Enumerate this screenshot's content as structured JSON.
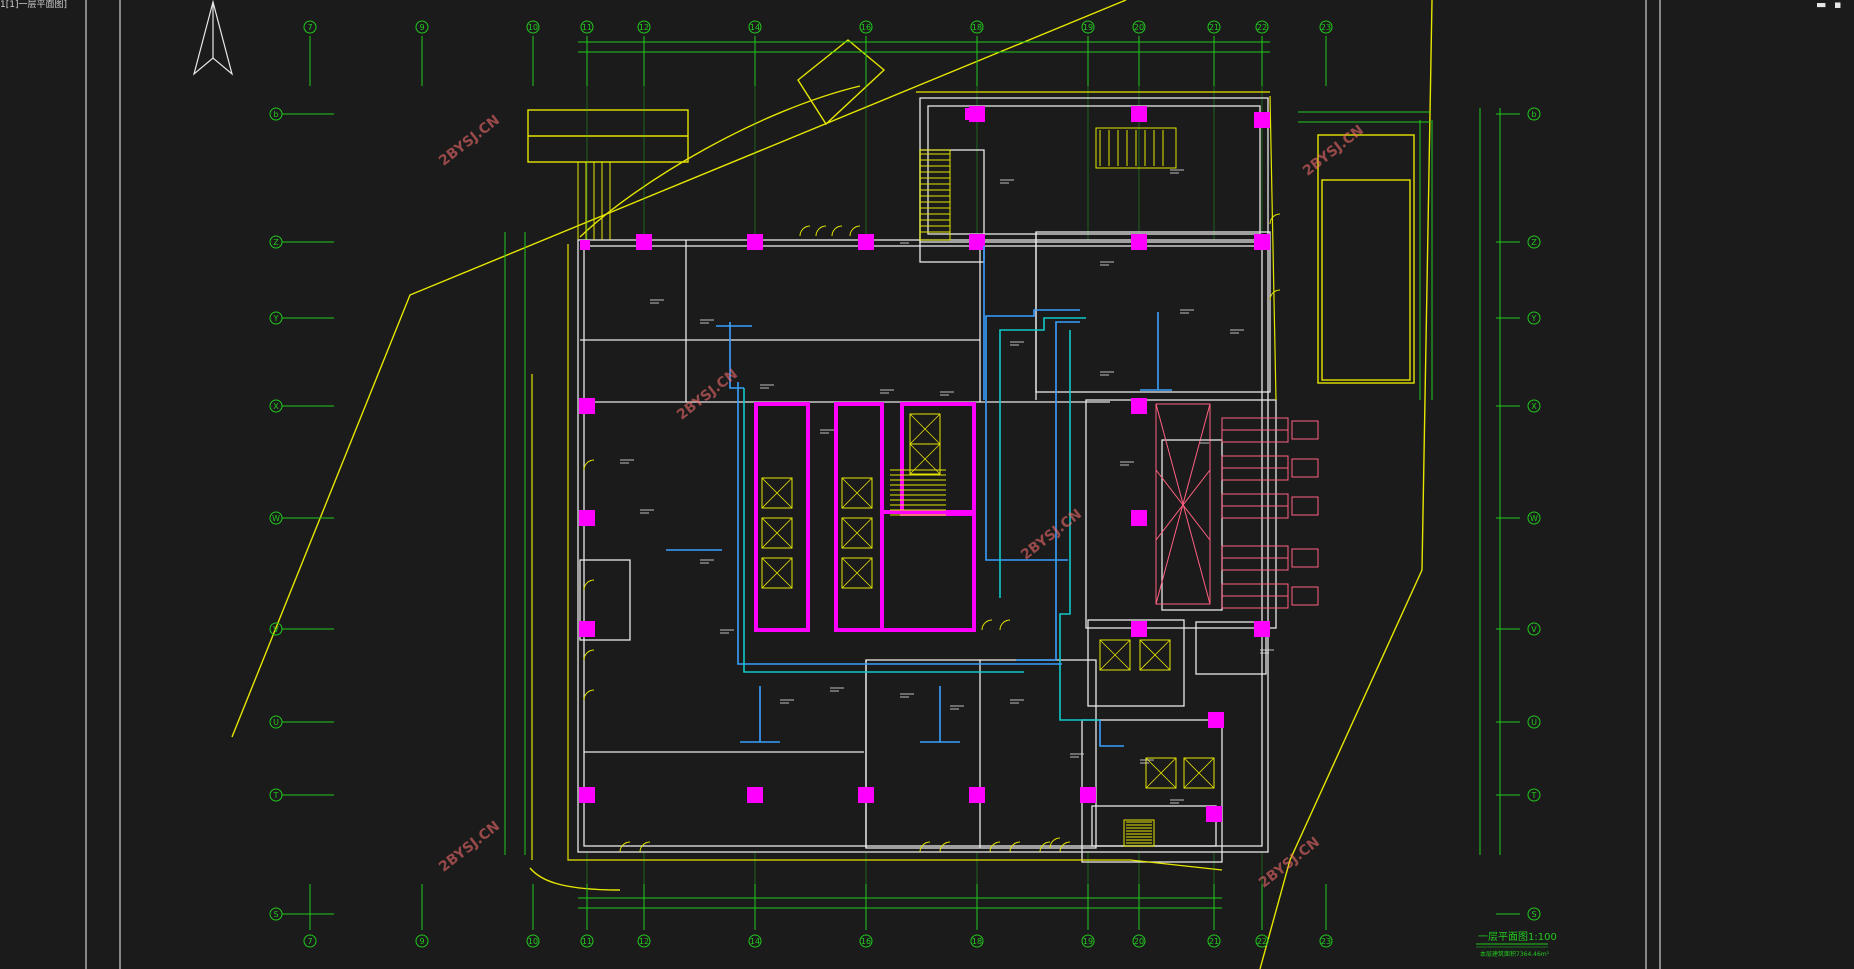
{
  "window": {
    "title": "1[1]一层平面图]",
    "minimize_glyph": "▬",
    "close_glyph": "▪"
  },
  "drawing": {
    "watermark": "2BYSJ.CN",
    "plan_title": "一层平面图1:100",
    "plan_subtitle": "本层建筑面积7364.46m²",
    "north_arrow_icon": "north-arrow-icon",
    "col_axis_labels": [
      "7",
      "9",
      "10",
      "11",
      "12",
      "14",
      "16",
      "18",
      "19",
      "20",
      "21",
      "22",
      "23"
    ],
    "row_axis_labels": [
      "b",
      "Z",
      "Y",
      "X",
      "W",
      "V",
      "U",
      "T",
      "S"
    ],
    "colors": {
      "background": "#1b1b1b",
      "walls": "#e8e8e8",
      "boundary": "#e5e500",
      "axis": "#22c81e",
      "pipes": "#3aa0ff",
      "cyan_pipes": "#10c8c8",
      "columns": "#ff00ff",
      "hatch": "#ff6080",
      "watermark": "#ff7070",
      "frame": "#cfcfcf"
    }
  }
}
